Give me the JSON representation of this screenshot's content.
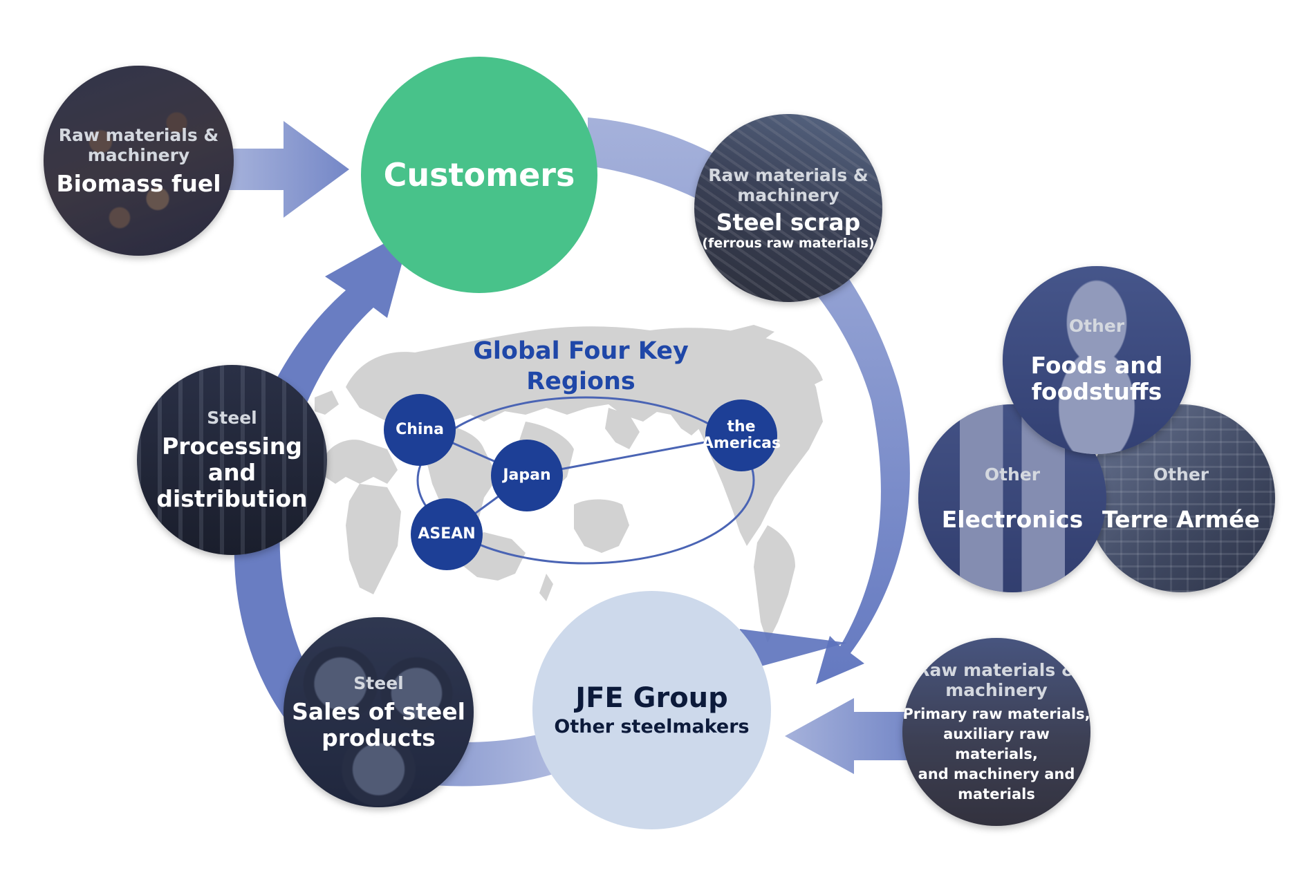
{
  "center": {
    "title": "Global Four Key Regions"
  },
  "regions": {
    "china": "China",
    "japan": "Japan",
    "asean": "ASEAN",
    "americas_line1": "the",
    "americas_line2": "Americas"
  },
  "customers": {
    "label": "Customers"
  },
  "jfe": {
    "title": "JFE Group",
    "subtitle": "Other steelmakers"
  },
  "biomass": {
    "category_line1": "Raw materials &",
    "category_line2": "machinery",
    "label": "Biomass fuel"
  },
  "steel_scrap": {
    "category_line1": "Raw materials &",
    "category_line2": "machinery",
    "label": "Steel scrap",
    "note": "(ferrous raw materials)"
  },
  "processing": {
    "category": "Steel",
    "label_line1": "Processing and",
    "label_line2": "distribution"
  },
  "sales": {
    "category": "Steel",
    "label_line1": "Sales of steel",
    "label_line2": "products"
  },
  "foods": {
    "category": "Other",
    "label_line1": "Foods and",
    "label_line2": "foodstuffs"
  },
  "electronics": {
    "category": "Other",
    "label": "Electronics"
  },
  "terre": {
    "category": "Other",
    "label": "Terre Armée"
  },
  "primary": {
    "category_line1": "Raw materials &",
    "category_line2": "machinery",
    "line1": "Primary raw materials,",
    "line2": "auxiliary raw materials,",
    "line3": "and machinery and",
    "line4": "materials"
  },
  "colors": {
    "customers": "#48c28a",
    "jfe": "#cdd9eb",
    "arrow": "#5c72bd",
    "region": "#1d3f96",
    "title": "#1f47a8",
    "map": "#cfcfcf"
  }
}
